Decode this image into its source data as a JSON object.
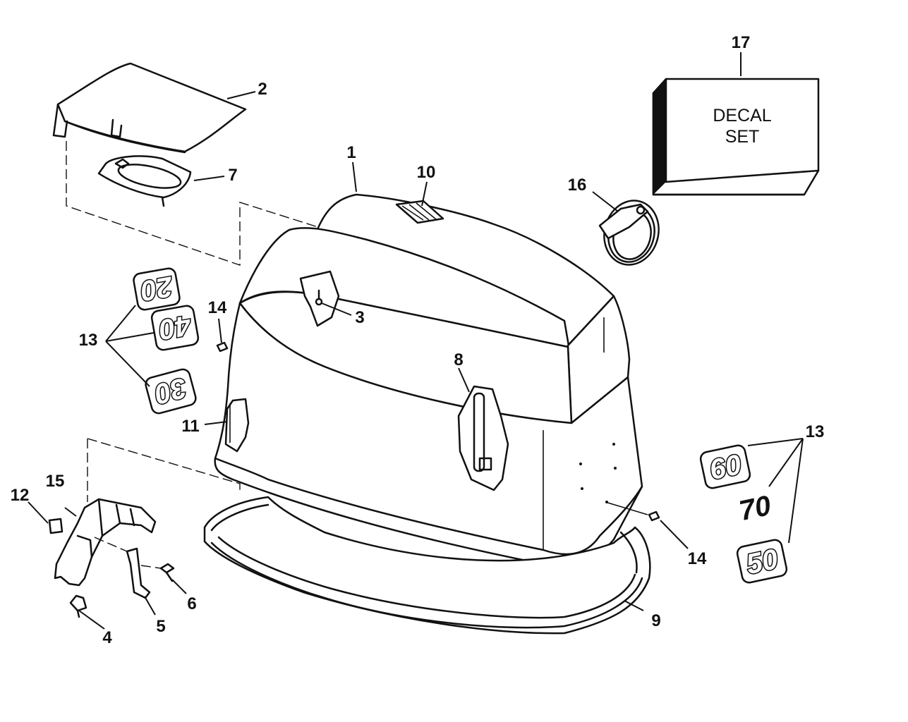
{
  "callouts": {
    "c1": "1",
    "c2": "2",
    "c3": "3",
    "c4": "4",
    "c5": "5",
    "c6": "6",
    "c7": "7",
    "c8": "8",
    "c9": "9",
    "c10": "10",
    "c11": "11",
    "c12": "12",
    "c13_left": "13",
    "c13_right": "13",
    "c14_left": "14",
    "c14_right": "14",
    "c15": "15",
    "c16": "16",
    "c17": "17"
  },
  "decal_box": {
    "line1": "DECAL",
    "line2": "SET"
  },
  "emblems": {
    "left": [
      "20",
      "40",
      "30"
    ],
    "right": [
      "60",
      "70",
      "50"
    ]
  }
}
